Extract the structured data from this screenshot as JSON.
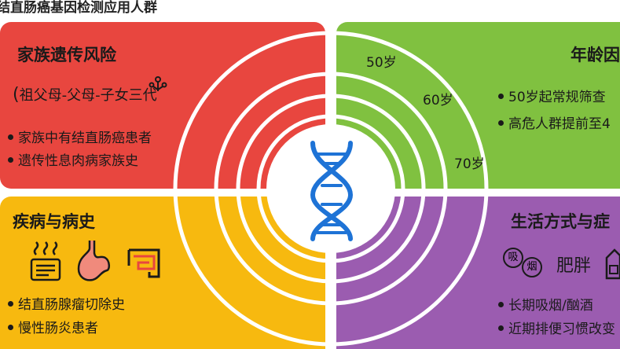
{
  "title": "结直肠癌基因检测应用人群",
  "colors": {
    "red": "#e8463f",
    "green": "#80c140",
    "yellow": "#f7b90f",
    "purple": "#9b5cb0",
    "dna": "#1e73d6"
  },
  "quadrants": {
    "family": {
      "label": "家族遗传风险",
      "lineage": "祖父母-父母-子女三代",
      "bullets": [
        "家族中有结直肠癌患者",
        "遗传性息肉病家族史"
      ]
    },
    "age": {
      "label": "年龄因",
      "rings": [
        "50岁",
        "60岁",
        "70岁"
      ],
      "bullets": [
        "50岁起常规筛查",
        "高危人群提前至4"
      ]
    },
    "disease": {
      "label": "疾病与病史",
      "icons": [
        "report-icon",
        "stomach-icon",
        "intestine-icon"
      ],
      "bullets": [
        "结直肠腺瘤切除史",
        "慢性肠炎患者"
      ]
    },
    "lifestyle": {
      "label": "生活方式与症",
      "smoke": "吸",
      "drink": "烟",
      "obesity": "肥胖",
      "bullets": [
        "长期吸烟/酗酒",
        "近期排便习惯改变"
      ]
    }
  },
  "center_icon": "dna-icon"
}
